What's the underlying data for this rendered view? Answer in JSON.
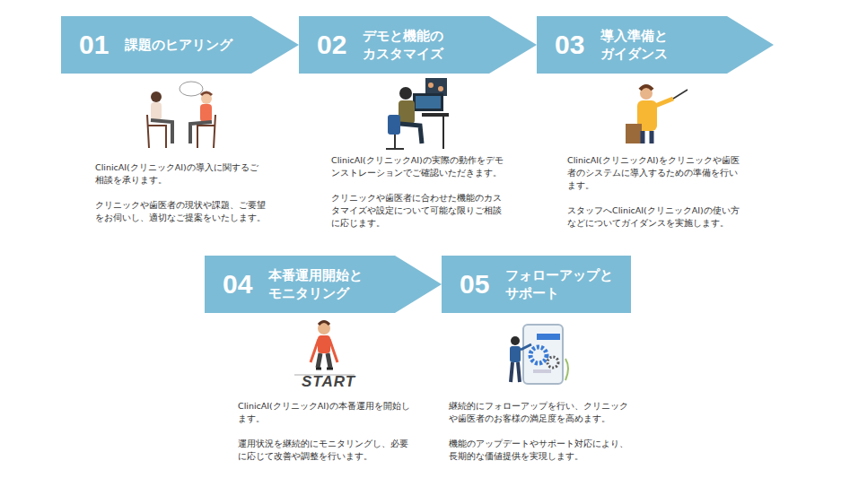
{
  "diagram": {
    "nodes": [
      {
        "text": [
          "01",
          "課題のヒアリング"
        ]
      },
      {
        "text": [
          "02",
          "デモと機能のカスタマイズ"
        ]
      },
      {
        "text": [
          "03",
          "導入準備とガイダンス"
        ]
      },
      {
        "text": [
          "04",
          "本番運用開始とモニタリング"
        ]
      },
      {
        "text": [
          "05",
          "フォローアップとサポート"
        ]
      }
    ],
    "labels": [
      "ClinicAI(クリニックAI)の導入に関するご相談を承ります。",
      "クリニックや歯医者の現状や課題、ご要望をお伺いし、適切なご提案をいたします。",
      "ClinicAI(クリニックAI)の実際の動作をデモンストレーションでご確認いただきます。",
      "クリニックや歯医者に合わせた機能のカスタマイズや設定について可能な限りご相談に応じます。",
      "ClinicAI(クリニックAI)をクリニックや歯医者のシステムに導入するための準備を行います。",
      "スタッフへClinicAI(クリニックAI)の使い方などについてガイダンスを実施します。",
      "ClinicAI(クリニックAI)の本番運用を開始します。",
      "運用状況を継続的にモニタリングし、必要に応じて改善や調整を行います。",
      "継続的にフォローアップを行い、クリニックや歯医者のお客様の満足度を高めます。",
      "機能のアップデートやサポート対応により、長期的な価値提供を実現します。",
      "START"
    ]
  }
}
